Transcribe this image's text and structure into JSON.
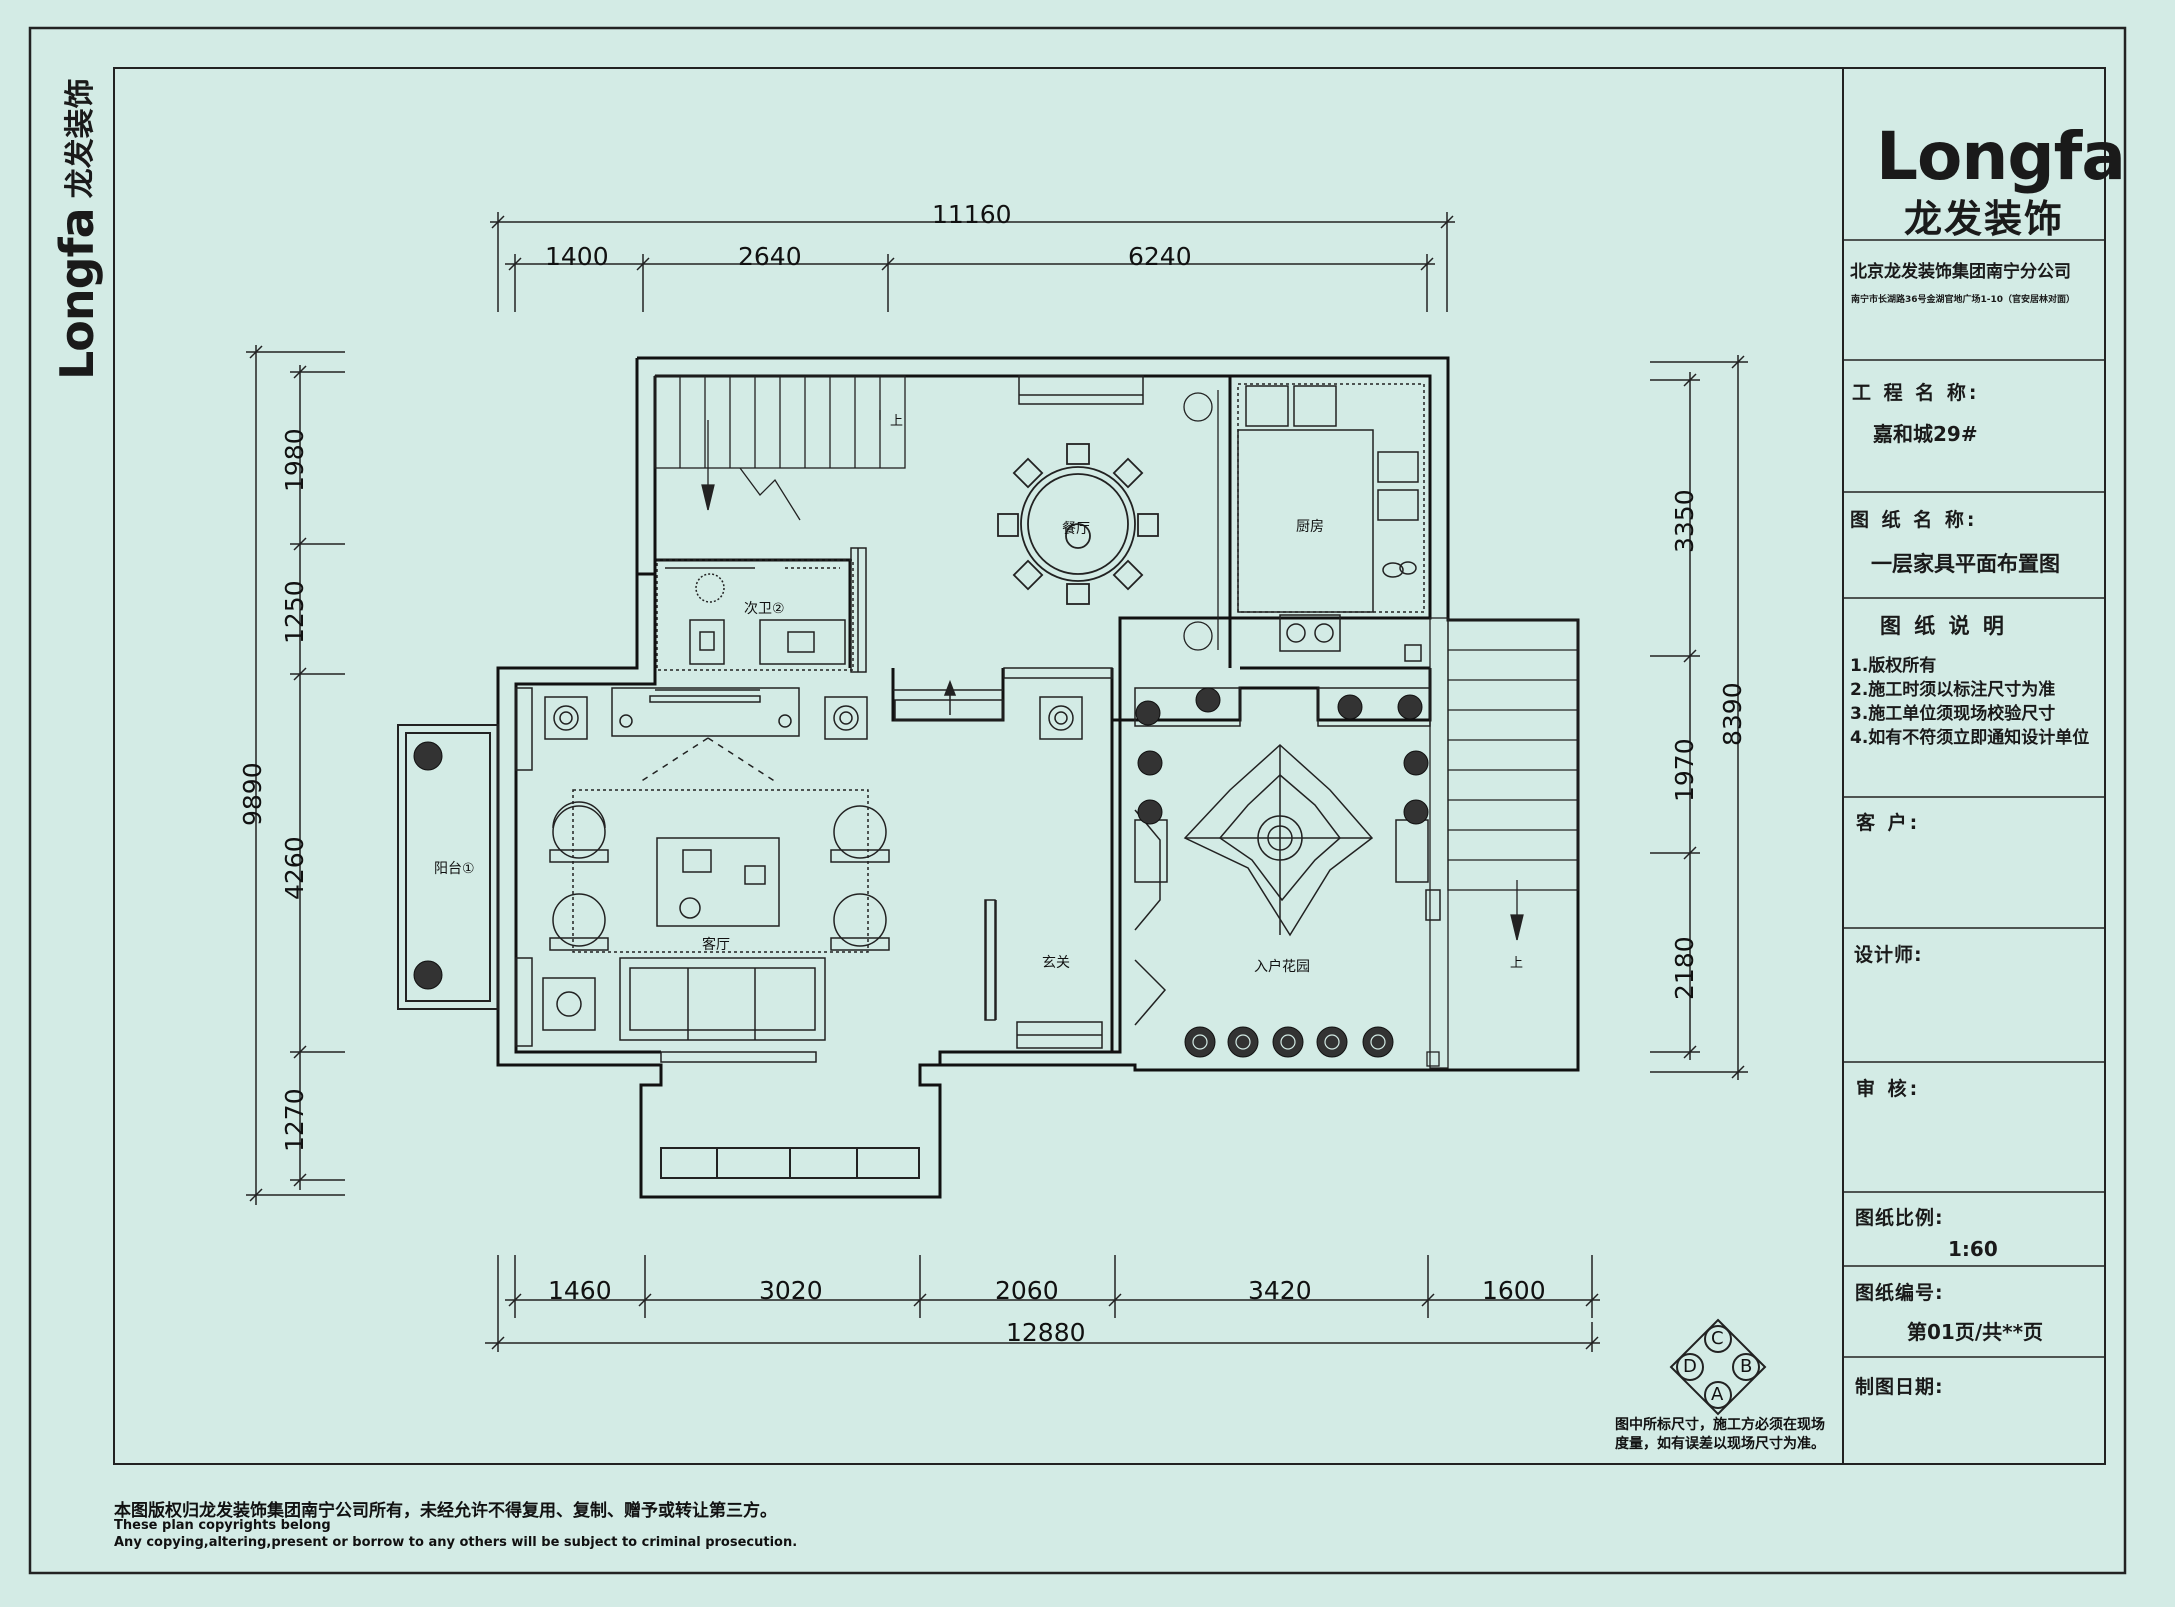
{
  "brand": {
    "logo_en": "Longfa",
    "logo_cn": "龙发装饰",
    "company": "北京龙发装饰集团南宁分公司",
    "address": "南宁市长湖路36号金湖官地广场1-10（官安居林对面）"
  },
  "title_block": {
    "project_label": "工 程 名 称:",
    "project_value": "嘉和城29#",
    "drawing_label": "图 纸 名 称:",
    "drawing_value": "一层家具平面布置图",
    "notes_title": "图 纸 说 明",
    "notes": [
      "1.版权所有",
      "2.施工时须以标注尺寸为准",
      "3.施工单位须现场校验尺寸",
      "4.如有不符须立即通知设计单位"
    ],
    "client_label": "客 户:",
    "designer_label": "设计师:",
    "review_label": "审    核:",
    "scale_label": "图纸比例:",
    "scale_value": "1:60",
    "number_label": "图纸编号:",
    "number_value": "第01页/共**页",
    "date_label": "制图日期:"
  },
  "dimensions": {
    "top_total": "11160",
    "top": [
      "1400",
      "2640",
      "6240"
    ],
    "bottom_total": "12880",
    "bottom": [
      "1460",
      "3020",
      "2060",
      "3420",
      "1600"
    ],
    "left_total": "9890",
    "left": [
      "1980",
      "1250",
      "4260",
      "1270"
    ],
    "right_total": "8390",
    "right": [
      "3350",
      "1970",
      "2180"
    ]
  },
  "rooms": {
    "dining": "餐厅",
    "kitchen": "厨房",
    "bathroom": "次卫②",
    "living": "客厅",
    "foyer": "玄关",
    "garden": "入户花园",
    "balcony": "阳台①",
    "stair_up_1": "上",
    "stair_up_2": "上"
  },
  "compass": {
    "c": "C",
    "b": "B",
    "d": "D",
    "a": "A"
  },
  "site_note": [
    "图中所标尺寸，施工方必须在现场",
    "度量，如有误差以现场尺寸为准。"
  ],
  "footer": {
    "cn": "本图版权归龙发装饰集团南宁公司所有，未经允许不得复用、复制、赠予或转让第三方。",
    "en1": "These plan copyrights belong",
    "en2": "Any copying,altering,present or borrow to any others will be subject to criminal prosecution."
  },
  "colors": {
    "background": "#d3ebe5",
    "ink": "#1a1a1a"
  }
}
